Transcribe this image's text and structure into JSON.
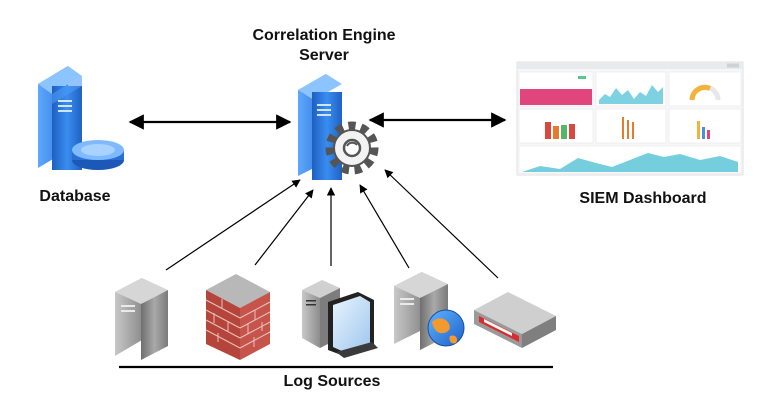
{
  "labels": {
    "server_line1": "Correlation Engine",
    "server_line2": "Server",
    "database": "Database",
    "siem": "SIEM Dashboard",
    "log_sources": "Log Sources"
  },
  "icons": {
    "database": "database-server-icon",
    "server": "correlation-server-gear-icon",
    "dashboard": "siem-dashboard-screenshot",
    "sources": [
      "server-tower-icon",
      "firewall-brick-wall-icon",
      "workstation-icon",
      "web-server-globe-icon",
      "network-appliance-icon"
    ]
  },
  "colors": {
    "server_blue": "#2f7fe0",
    "firewall_red": "#b5443b",
    "dashboard_pink": "#e0457b",
    "dashboard_teal": "#5cc6d8",
    "arrow": "#000000"
  }
}
